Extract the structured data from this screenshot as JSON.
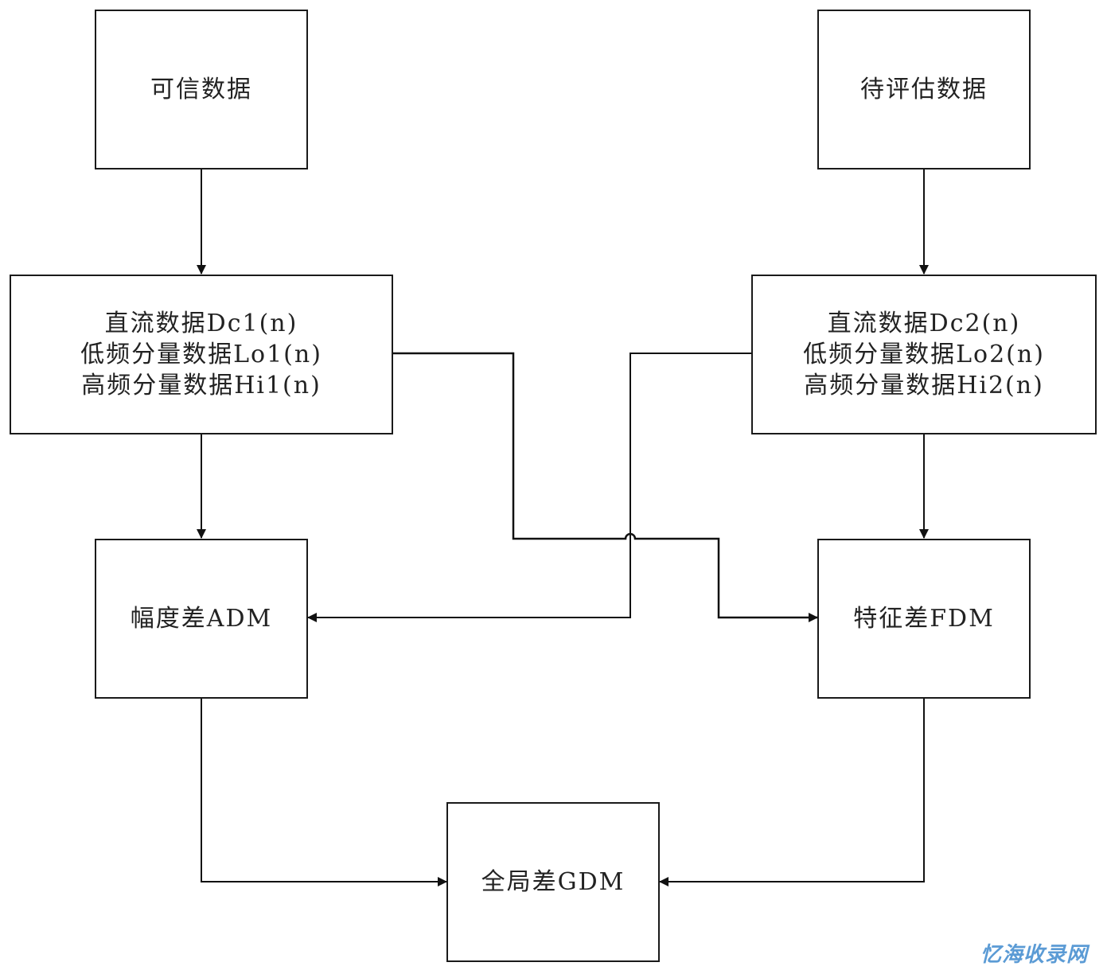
{
  "nodes": {
    "trusted_data": {
      "lines": [
        "可信数据"
      ]
    },
    "eval_data": {
      "lines": [
        "待评估数据"
      ]
    },
    "decomp1": {
      "lines": [
        "直流数据Dc1(n)",
        "低频分量数据Lo1(n)",
        "高频分量数据Hi1(n)"
      ]
    },
    "decomp2": {
      "lines": [
        "直流数据Dc2(n)",
        "低频分量数据Lo2(n)",
        "高频分量数据Hi2(n)"
      ]
    },
    "adm": {
      "lines": [
        "幅度差ADM"
      ]
    },
    "fdm": {
      "lines": [
        "特征差FDM"
      ]
    },
    "gdm": {
      "lines": [
        "全局差GDM"
      ]
    }
  },
  "edges": [
    {
      "from": "trusted_data",
      "to": "decomp1"
    },
    {
      "from": "eval_data",
      "to": "decomp2"
    },
    {
      "from": "decomp1",
      "to": "adm"
    },
    {
      "from": "decomp2",
      "to": "fdm"
    },
    {
      "from": "decomp1",
      "to": "fdm"
    },
    {
      "from": "decomp2",
      "to": "adm"
    },
    {
      "from": "adm",
      "to": "gdm"
    },
    {
      "from": "fdm",
      "to": "gdm"
    }
  ],
  "watermark": {
    "text": "忆海收录网",
    "color": "#5b9bd5"
  }
}
